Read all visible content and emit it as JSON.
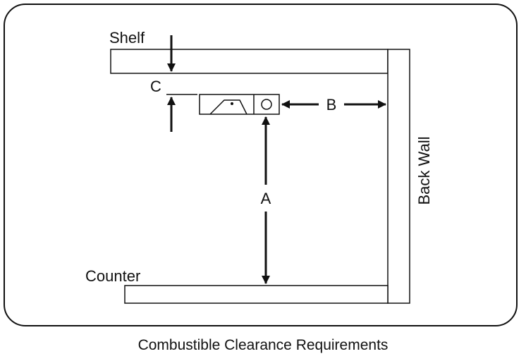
{
  "labels": {
    "shelf": "Shelf",
    "counter": "Counter",
    "back_wall": "Back Wall",
    "dimension_a": "A",
    "dimension_b": "B",
    "dimension_c": "C"
  },
  "caption": "Combustible Clearance Requirements",
  "colors": {
    "stroke": "#111111",
    "background": "#ffffff"
  }
}
